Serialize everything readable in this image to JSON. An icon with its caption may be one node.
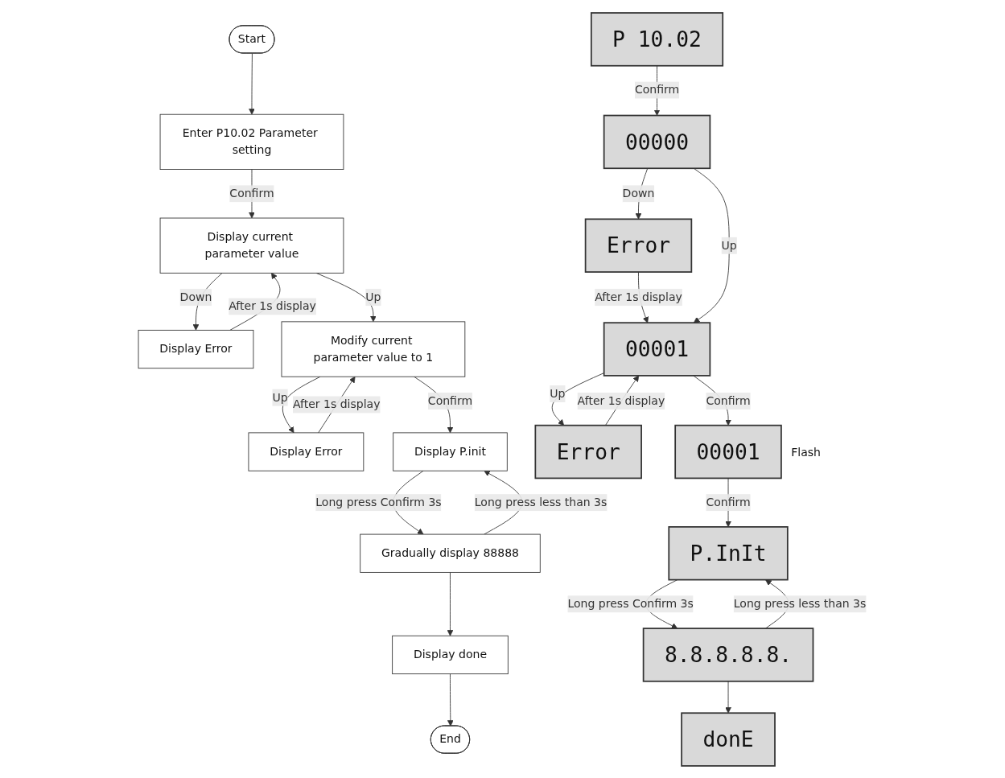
{
  "diagram": {
    "nodes": [
      {
        "text": [
          "Start"
        ]
      },
      {
        "text": [
          "Enter P10.02 Parameter setting"
        ]
      },
      {
        "text": [
          "Display current parameter value"
        ]
      },
      {
        "text": [
          "Display Error"
        ]
      },
      {
        "text": [
          "Modify current parameter value to 1"
        ]
      },
      {
        "text": [
          "Display Error"
        ]
      },
      {
        "text": [
          "Display P.init"
        ]
      },
      {
        "text": [
          "Gradually display 88888"
        ]
      },
      {
        "text": [
          "Display done"
        ]
      },
      {
        "text": [
          "End"
        ]
      },
      {
        "text": [
          "P 10.02"
        ]
      },
      {
        "text": [
          "00000"
        ]
      },
      {
        "text": [
          "Error"
        ]
      },
      {
        "text": [
          "00001"
        ]
      },
      {
        "text": [
          "Error"
        ]
      },
      {
        "text": [
          "00001"
        ],
        "beside": [
          "Flash"
        ]
      },
      {
        "text": [
          "P.InIt"
        ]
      },
      {
        "text": [
          "8.8.8.8.8."
        ]
      },
      {
        "text": [
          "donE"
        ]
      }
    ],
    "edges": [
      {
        "from": 0,
        "to": 1,
        "arrow": "to"
      },
      {
        "from": 1,
        "to": 2,
        "label": "Confirm",
        "arrow": "to"
      },
      {
        "from": 2,
        "to": 3,
        "label": "Down",
        "arrow": "to"
      },
      {
        "from": 3,
        "to": 2,
        "label": "After 1s display",
        "arrow": "to"
      },
      {
        "from": 2,
        "to": 4,
        "label": "Up",
        "arrow": "to"
      },
      {
        "from": 4,
        "to": 5,
        "label": "Up",
        "arrow": "to"
      },
      {
        "from": 5,
        "to": 4,
        "label": "After 1s display",
        "arrow": "to"
      },
      {
        "from": 4,
        "to": 6,
        "label": "Confirm",
        "arrow": "to"
      },
      {
        "from": 6,
        "to": 7,
        "label": "Long press Confirm 3s",
        "arrow": "to"
      },
      {
        "from": 7,
        "to": 6,
        "label": "Long press less than 3s",
        "arrow": "to"
      },
      {
        "from": 7,
        "to": 8,
        "arrow": "to"
      },
      {
        "from": 8,
        "to": 9,
        "arrow": "to"
      },
      {
        "from": 10,
        "to": 11,
        "label": "Confirm",
        "arrow": "to"
      },
      {
        "from": 11,
        "to": 12,
        "label": "Down",
        "arrow": "to"
      },
      {
        "from": 12,
        "to": 13,
        "label": "After 1s display",
        "arrow": "to"
      },
      {
        "from": 11,
        "to": 13,
        "label": "Up",
        "arrow": "to"
      },
      {
        "from": 13,
        "to": 14,
        "label": "Up",
        "arrow": "to"
      },
      {
        "from": 14,
        "to": 13,
        "label": "After 1s display",
        "arrow": "to"
      },
      {
        "from": 13,
        "to": 15,
        "label": "Confirm",
        "arrow": "to"
      },
      {
        "from": 15,
        "to": 16,
        "label": "Confirm",
        "arrow": "to"
      },
      {
        "from": 16,
        "to": 17,
        "label": "Long press Confirm 3s",
        "arrow": "to"
      },
      {
        "from": 17,
        "to": 16,
        "label": "Long press less than 3s",
        "arrow": "to"
      },
      {
        "from": 17,
        "to": 18,
        "arrow": "to"
      }
    ]
  }
}
